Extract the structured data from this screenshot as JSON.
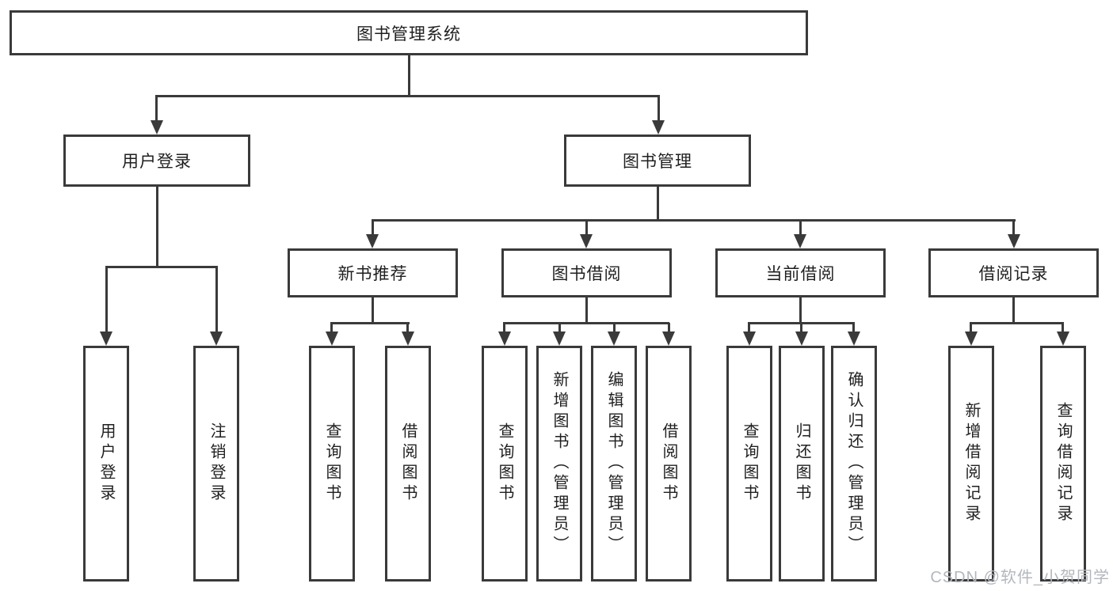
{
  "diagram": {
    "root": "图书管理系统",
    "branches": [
      {
        "label": "用户登录",
        "children": [
          "用户登录",
          "注销登录"
        ]
      },
      {
        "label": "图书管理",
        "groups": [
          {
            "label": "新书推荐",
            "children": [
              "查询图书",
              "借阅图书"
            ]
          },
          {
            "label": "图书借阅",
            "children": [
              "查询图书",
              "新增图书（管理员）",
              "编辑图书（管理员）",
              "借阅图书"
            ]
          },
          {
            "label": "当前借阅",
            "children": [
              "查询图书",
              "归还图书",
              "确认归还（管理员）"
            ]
          },
          {
            "label": "借阅记录",
            "children": [
              "新增借阅记录",
              "查询借阅记录"
            ]
          }
        ]
      }
    ]
  },
  "watermark": "CSDN @软件_小贺同学",
  "colors": {
    "line": "#3a3a3a",
    "text": "#1f1f1f",
    "watermark": "#b3b7bd",
    "background": "#ffffff"
  }
}
